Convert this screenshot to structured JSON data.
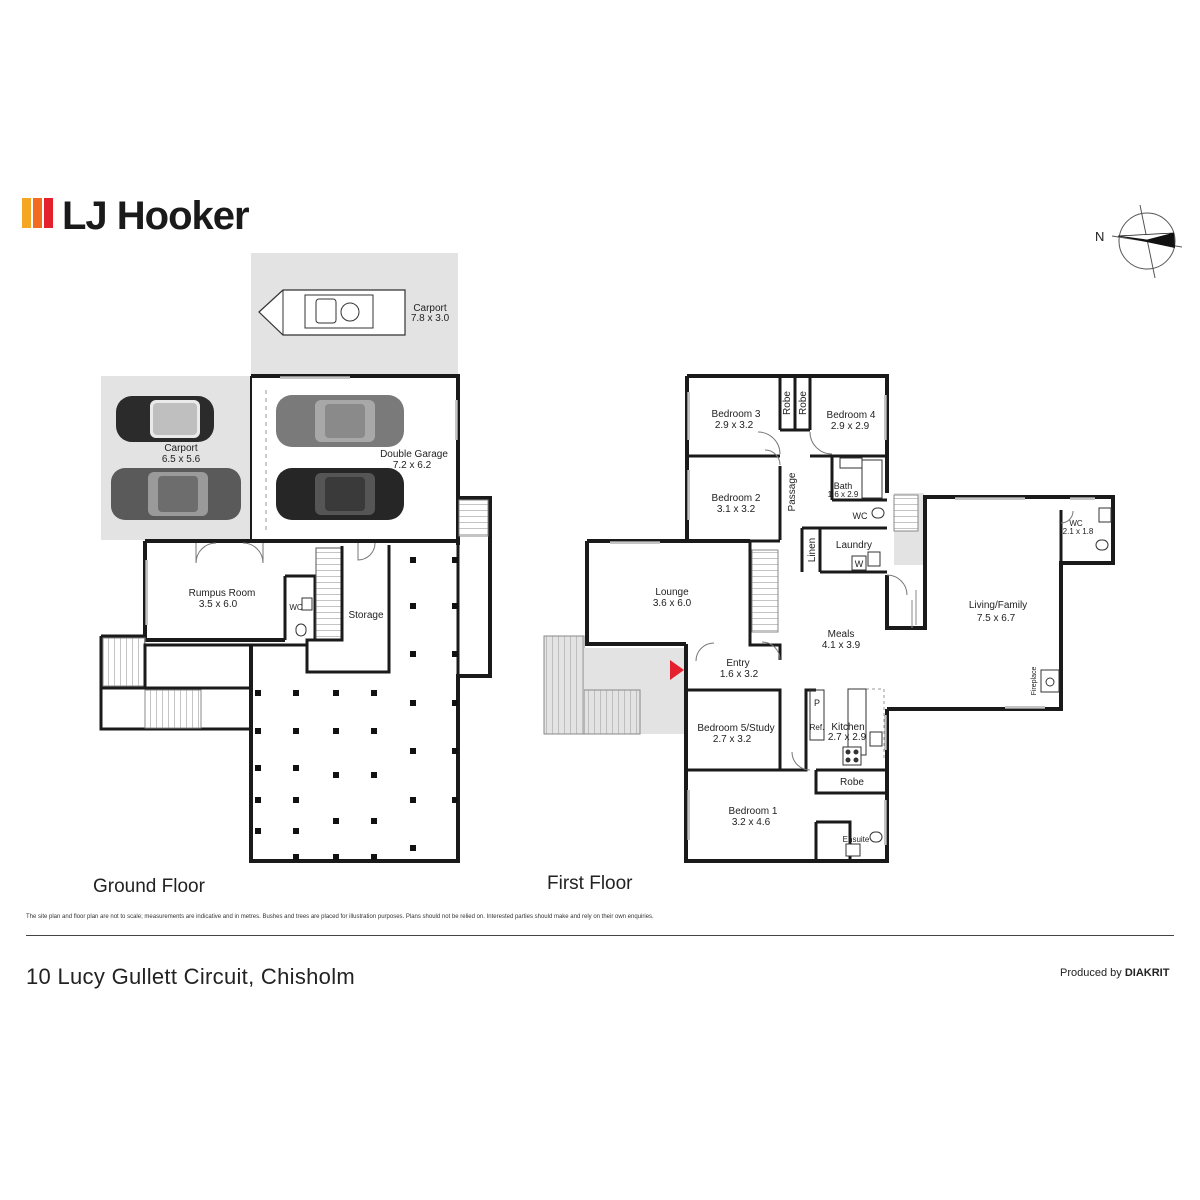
{
  "brand": {
    "name": "LJ Hooker",
    "colors": [
      "#f5a623",
      "#f26b21",
      "#e5202e"
    ]
  },
  "compass": {
    "label": "N"
  },
  "floors": {
    "ground": "Ground Floor",
    "first": "First Floor"
  },
  "rooms": {
    "ground": {
      "carport_top": {
        "name": "Carport",
        "dims": "7.8 x 3.0"
      },
      "carport_left": {
        "name": "Carport",
        "dims": "6.5 x 5.6"
      },
      "double_garage": {
        "name": "Double Garage",
        "dims": "7.2 x 6.2"
      },
      "rumpus": {
        "name": "Rumpus Room",
        "dims": "3.5 x 6.0"
      },
      "wc": {
        "name": "WC"
      },
      "storage": {
        "name": "Storage"
      }
    },
    "first": {
      "bedroom3": {
        "name": "Bedroom 3",
        "dims": "2.9 x 3.2"
      },
      "robe_a": {
        "name": "Robe"
      },
      "robe_b": {
        "name": "Robe"
      },
      "bedroom4": {
        "name": "Bedroom 4",
        "dims": "2.9 x 2.9"
      },
      "bedroom2": {
        "name": "Bedroom 2",
        "dims": "3.1 x 3.2"
      },
      "passage": {
        "name": "Passage"
      },
      "bath": {
        "name": "Bath",
        "dims": "1.6 x 2.9"
      },
      "wc_mid": {
        "name": "WC"
      },
      "laundry": {
        "name": "Laundry"
      },
      "linen": {
        "name": "Linen"
      },
      "wc_right": {
        "name": "WC",
        "dims": "2.1 x 1.8"
      },
      "lounge": {
        "name": "Lounge",
        "dims": "3.6 x 6.0"
      },
      "living": {
        "name": "Living/Family",
        "dims": "7.5 x 6.7"
      },
      "meals": {
        "name": "Meals",
        "dims": "4.1 x 3.9"
      },
      "entry": {
        "name": "Entry",
        "dims": "1.6 x 3.2"
      },
      "bedroom5": {
        "name": "Bedroom 5/Study",
        "dims": "2.7 x 3.2"
      },
      "kitchen": {
        "name": "Kitchen",
        "dims": "2.7 x 2.9"
      },
      "pantry": {
        "name": "P"
      },
      "ref": {
        "name": "Ref."
      },
      "robe_c": {
        "name": "Robe"
      },
      "bedroom1": {
        "name": "Bedroom 1",
        "dims": "3.2 x 4.6"
      },
      "ensuite": {
        "name": "Ensuite"
      },
      "fireplace": {
        "name": "Fireplace"
      },
      "washer": {
        "name": "W"
      }
    }
  },
  "footer": {
    "disclaimer": "The site plan and floor plan are not to scale; measurements are indicative and in metres. Bushes and trees are placed for illustration purposes. Plans should not be relied on. Interested parties should make and rely on their own enquiries.",
    "address": "10 Lucy Gullett Circuit, Chisholm",
    "produced_prefix": "Produced by",
    "produced_brand": "DIAKRIT"
  },
  "colors": {
    "wall": "#1a1a1a",
    "outdoor": "#e3e3e3",
    "entry_marker": "#e5202e"
  },
  "icons": [
    "compass-icon",
    "car-icon",
    "boat-icon",
    "stairs-icon",
    "toilet-icon",
    "sink-icon",
    "stove-icon",
    "entry-arrow-icon"
  ]
}
